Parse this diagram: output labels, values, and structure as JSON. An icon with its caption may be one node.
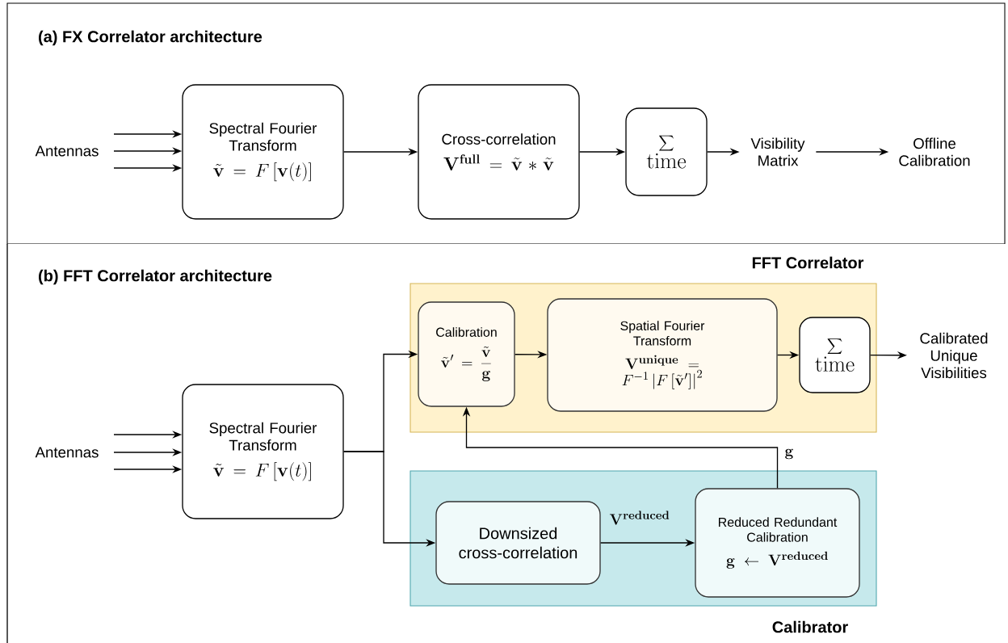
{
  "diagram": {
    "nodes": [
      {
        "text": [
          "(a) FX Correlator architecture"
        ]
      },
      {
        "text": [
          "Antennas"
        ],
        "in": 0
      },
      {
        "text": [
          "Spectral Fourier Transform",
          "\\tilde{\\mathbf{v}} = F\\left[\\mathbf{v}(t)\\right]"
        ],
        "in": 0
      },
      {
        "text": [
          "Cross-correlation",
          "\\mathbf{V}^{\\mathbf{full}} = \\tilde{\\mathbf{v}} * \\tilde{\\mathbf{v}}"
        ],
        "in": 0
      },
      {
        "text": [
          "\\sum_{\\mathrm{time}}"
        ],
        "in": 0
      },
      {
        "text": [
          "Visibility Matrix"
        ],
        "in": 0
      },
      {
        "text": [
          "Offline Calibration"
        ],
        "in": 0
      },
      {
        "text": [
          "(b) FFT Correlator architecture"
        ]
      },
      {
        "text": [
          "Antennas"
        ],
        "in": 7
      },
      {
        "text": [
          "Spectral Fourier Transform",
          "\\tilde{\\mathbf{v}} = F\\left[\\mathbf{v}(t)\\right]"
        ],
        "in": 7
      },
      {
        "text": [
          "FFT Correlator"
        ],
        "in": 7
      },
      {
        "text": [
          "Calibration",
          "\\tilde{\\mathbf{v}}' = \\frac{\\tilde{\\mathbf{v}}}{\\mathbf{g}}"
        ],
        "in": 10
      },
      {
        "text": [
          "Spatial Fourier Transform",
          "\\mathbf{V}^{\\mathbf{unique}} = F^{-1}\\left|F\\left[\\tilde{\\mathbf{v}}'\\right]\\right|^2"
        ],
        "in": 10
      },
      {
        "text": [
          "\\sum_{\\mathrm{time}}"
        ],
        "in": 10
      },
      {
        "text": [
          "Calibrated Unique Visibilities"
        ],
        "in": 7
      },
      {
        "text": [
          "Calibrator"
        ],
        "in": 7
      },
      {
        "text": [
          "Downsized cross-correlation"
        ],
        "in": 15
      },
      {
        "text": [
          "Reduced Redundant Calibration",
          "\\mathbf{g} \\leftarrow \\mathbf{V}^{\\mathbf{reduced}}"
        ],
        "in": 15
      }
    ],
    "edges": [
      {
        "from": 1,
        "to": 2,
        "arrow": "to"
      },
      {
        "from": 1,
        "to": 2,
        "arrow": "to"
      },
      {
        "from": 1,
        "to": 2,
        "arrow": "to"
      },
      {
        "from": 2,
        "to": 3,
        "arrow": "to"
      },
      {
        "from": 3,
        "to": 4,
        "arrow": "to"
      },
      {
        "from": 4,
        "to": 5,
        "arrow": "to"
      },
      {
        "from": 5,
        "to": 6,
        "arrow": "to"
      },
      {
        "from": 8,
        "to": 9,
        "arrow": "to"
      },
      {
        "from": 8,
        "to": 9,
        "arrow": "to"
      },
      {
        "from": 8,
        "to": 9,
        "arrow": "to"
      },
      {
        "from": 9,
        "to": 11,
        "arrow": "to"
      },
      {
        "from": 9,
        "to": 16,
        "arrow": "to"
      },
      {
        "from": 11,
        "to": 12,
        "arrow": "to"
      },
      {
        "from": 12,
        "to": 13,
        "arrow": "to"
      },
      {
        "from": 13,
        "to": 14,
        "arrow": "to"
      },
      {
        "from": 16,
        "to": 17,
        "arrow": "to",
        "label": "\\mathbf{V}^{\\mathbf{reduced}}"
      },
      {
        "from": 17,
        "to": 11,
        "arrow": "to",
        "label": "\\mathbf{g}"
      }
    ]
  }
}
